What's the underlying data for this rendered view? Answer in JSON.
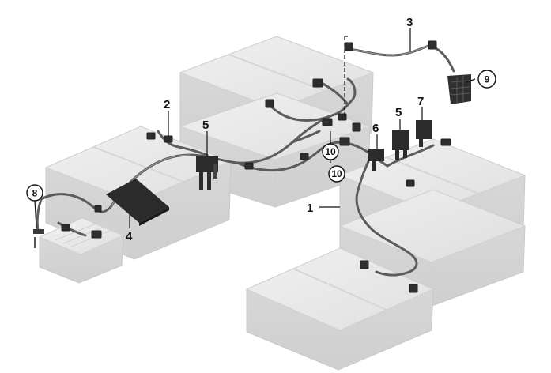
{
  "diagram": {
    "callouts": [
      {
        "id": "c1",
        "label": "1",
        "circled": false
      },
      {
        "id": "c2",
        "label": "2",
        "circled": false
      },
      {
        "id": "c3",
        "label": "3",
        "circled": false
      },
      {
        "id": "c4",
        "label": "4",
        "circled": false
      },
      {
        "id": "c5a",
        "label": "5",
        "circled": false
      },
      {
        "id": "c5b",
        "label": "5",
        "circled": false
      },
      {
        "id": "c6",
        "label": "6",
        "circled": false
      },
      {
        "id": "c7",
        "label": "7",
        "circled": false
      },
      {
        "id": "c8",
        "label": "8",
        "circled": true
      },
      {
        "id": "c9",
        "label": "9",
        "circled": true
      },
      {
        "id": "c10a",
        "label": "10",
        "circled": true
      },
      {
        "id": "c10b",
        "label": "10",
        "circled": true
      }
    ],
    "colors": {
      "module_fill": "#e4e4e4",
      "module_top": "#ededed",
      "module_edge": "#c8c8c8",
      "cable": "#5c5c5c",
      "connector": "#2e2e2e",
      "bracket": "#2b2b2b",
      "leader": "#111111"
    }
  }
}
